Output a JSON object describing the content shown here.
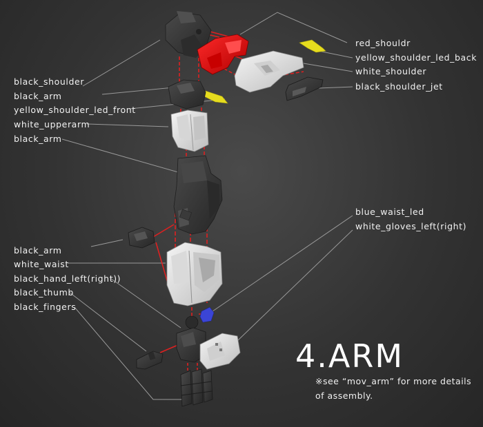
{
  "title": "4.ARM",
  "note_line1": "※see  “mov_arm”  for more details",
  "note_line2": "of assembly.",
  "left_labels": [
    "black_shoulder",
    "black_arm",
    "yellow_shoulder_led_front",
    "white_upperarm",
    "black_arm",
    "black_arm",
    "white_waist",
    "black_hand_left(right))",
    "black_thumb",
    "black_fingers"
  ],
  "right_labels": [
    "red_shouldr",
    "yellow_shoulder_led_back",
    "white_shoulder",
    "black_shoulder_jet",
    "blue_waist_led",
    "white_gloves_left(right)"
  ],
  "colors": {
    "black_part": "#3a3a3a",
    "white_part": "#e8e8e8",
    "red_part": "#e01010",
    "yellow_part": "#e6dc1e",
    "blue_part": "#3b45d6",
    "guide_line": "#e02020",
    "leader_line": "#9a9a9a"
  }
}
